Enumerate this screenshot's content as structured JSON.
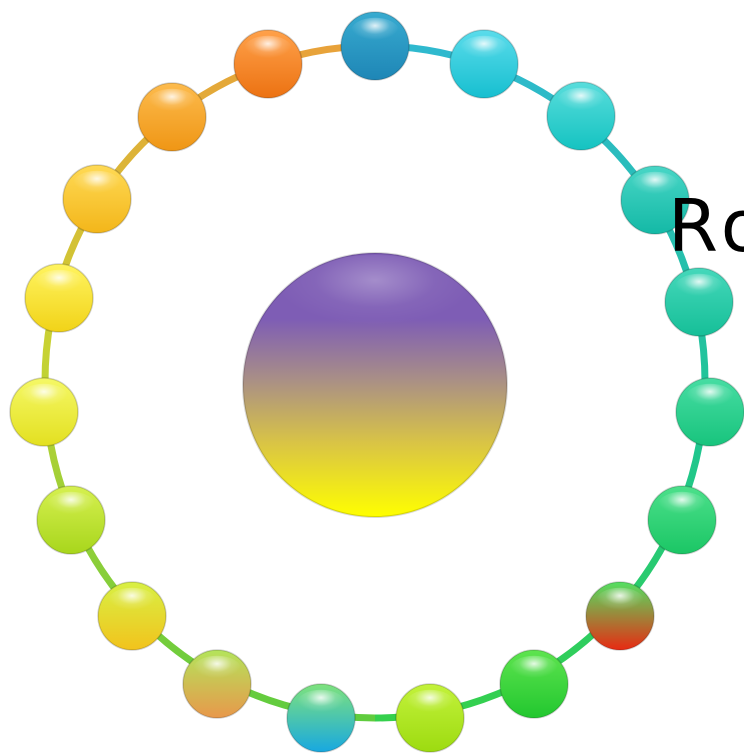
{
  "label": "Ro",
  "ring_color": "rainbow",
  "center_node": {
    "name": "center-sphere",
    "gradient": [
      "#7E5DB5",
      "#A98F86",
      "#D9C445",
      "#FFFF00"
    ]
  },
  "nodes": [
    {
      "id": 1,
      "top": "#38ABD0",
      "bottom": "#1E86B6"
    },
    {
      "id": 2,
      "top": "#5BDCEB",
      "bottom": "#17BFD0"
    },
    {
      "id": 3,
      "top": "#59DDDC",
      "bottom": "#15C3C1"
    },
    {
      "id": 4,
      "top": "#48D6C6",
      "bottom": "#14B9A6"
    },
    {
      "id": 5,
      "top": "#45D8BB",
      "bottom": "#16BF98"
    },
    {
      "id": 6,
      "top": "#47DDA3",
      "bottom": "#18C47D"
    },
    {
      "id": 7,
      "top": "#4CE08B",
      "bottom": "#1BC665"
    },
    {
      "id": 8,
      "top": "#54E062",
      "bottom": "#E82A12"
    },
    {
      "id": 9,
      "top": "#5EE44F",
      "bottom": "#22C72F"
    },
    {
      "id": 10,
      "top": "#C3F23B",
      "bottom": "#9DDB10"
    },
    {
      "id": 11,
      "top": "#7EE27D",
      "bottom": "#18A8E0"
    },
    {
      "id": 12,
      "top": "#B4E45B",
      "bottom": "#E8984B"
    },
    {
      "id": 13,
      "top": "#D8F044",
      "bottom": "#F2C31C"
    },
    {
      "id": 14,
      "top": "#D6F050",
      "bottom": "#A8D61C"
    },
    {
      "id": 15,
      "top": "#F5F866",
      "bottom": "#E3E020"
    },
    {
      "id": 16,
      "top": "#FFF460",
      "bottom": "#F1D318"
    },
    {
      "id": 17,
      "top": "#FFDA55",
      "bottom": "#F3B61A"
    },
    {
      "id": 18,
      "top": "#FDBB4D",
      "bottom": "#EF9615"
    },
    {
      "id": 19,
      "top": "#FFA14A",
      "bottom": "#EC7212"
    }
  ]
}
